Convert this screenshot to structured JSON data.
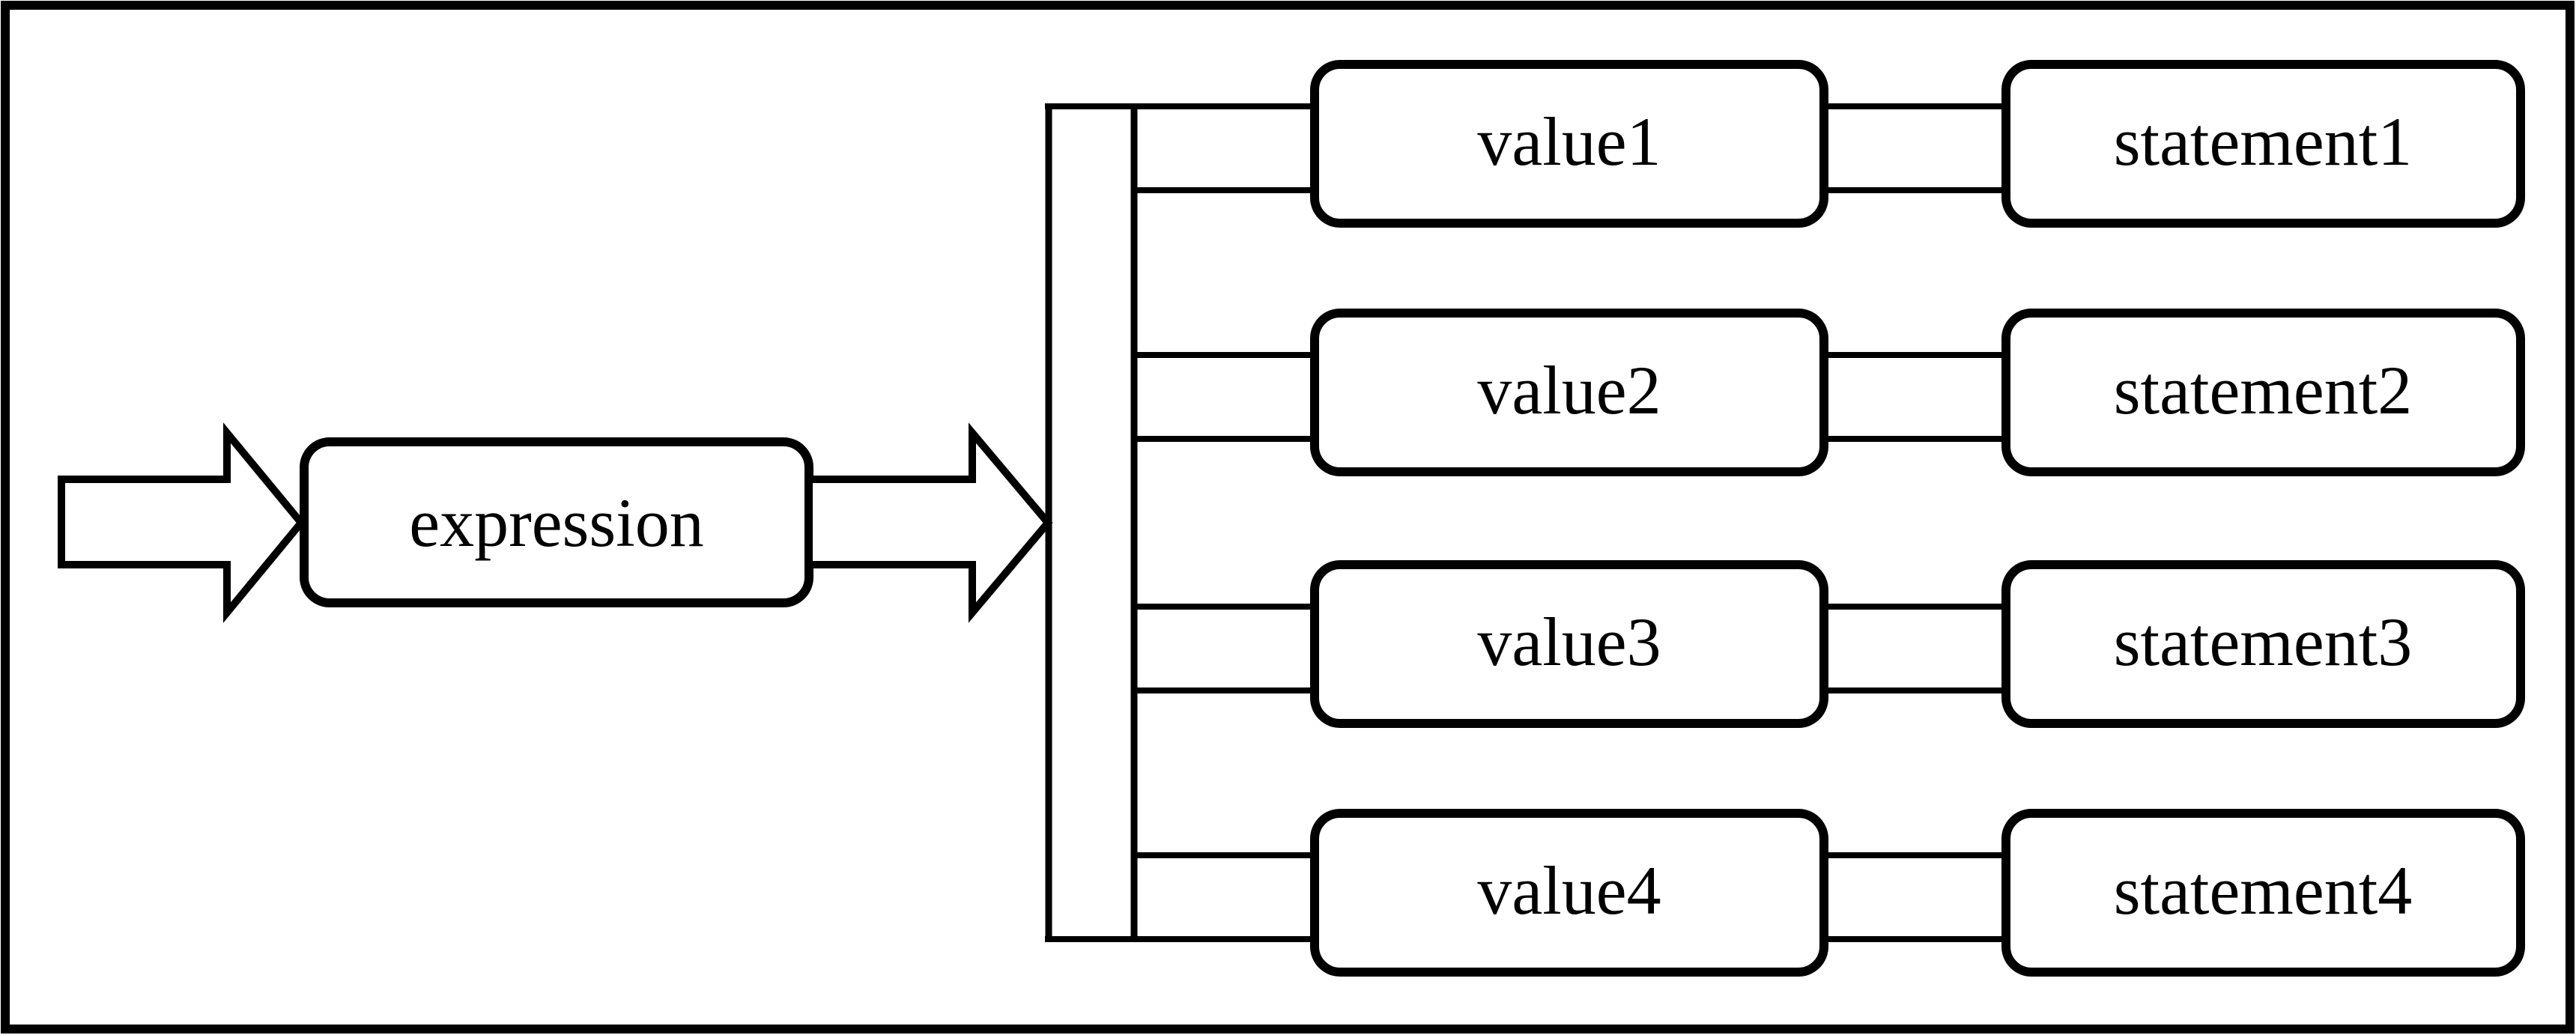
{
  "diagram": {
    "background_color": "#ffffff",
    "line_color": "#000000",
    "expression": {
      "label": "expression"
    },
    "branches": [
      {
        "value_label": "value1",
        "statement_label": "statement1"
      },
      {
        "value_label": "value2",
        "statement_label": "statement2"
      },
      {
        "value_label": "value3",
        "statement_label": "statement3"
      },
      {
        "value_label": "value4",
        "statement_label": "statement4"
      }
    ]
  }
}
